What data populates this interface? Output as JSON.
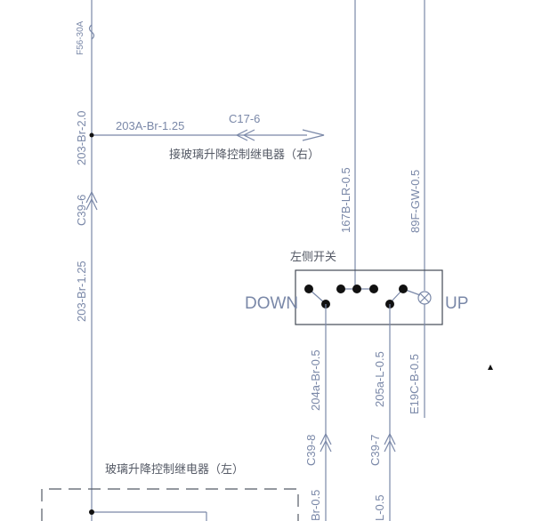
{
  "labels": {
    "fuse": "F56-30A",
    "left_wire_top": "203-Br-2.0",
    "branch_wire": "203A-Br-1.25",
    "connector_c17": "C17-6",
    "relay_right_note": "接玻璃升降控制继电器（右）",
    "connector_c39_6": "C39-6",
    "left_wire_bottom": "203-Br-1.25",
    "wire_167b": "167B-LR-0.5",
    "wire_89f": "89F-GW-0.5",
    "switch_title": "左侧开关",
    "down": "DOWN",
    "up": "UP",
    "wire_204a": "204a-Br-0.5",
    "wire_205a": "205a-L-0.5",
    "wire_e19c": "E19C-B-0.5",
    "connector_c39_8": "C39-8",
    "connector_c39_7": "C39-7",
    "relay_left_title": "玻璃升降控制继电器（左）",
    "partial_br": "Br-0.5",
    "partial_l": "L-0.5"
  },
  "colors": {
    "wire": "#7a88a8",
    "text": "#555a66",
    "node": "#111111"
  }
}
